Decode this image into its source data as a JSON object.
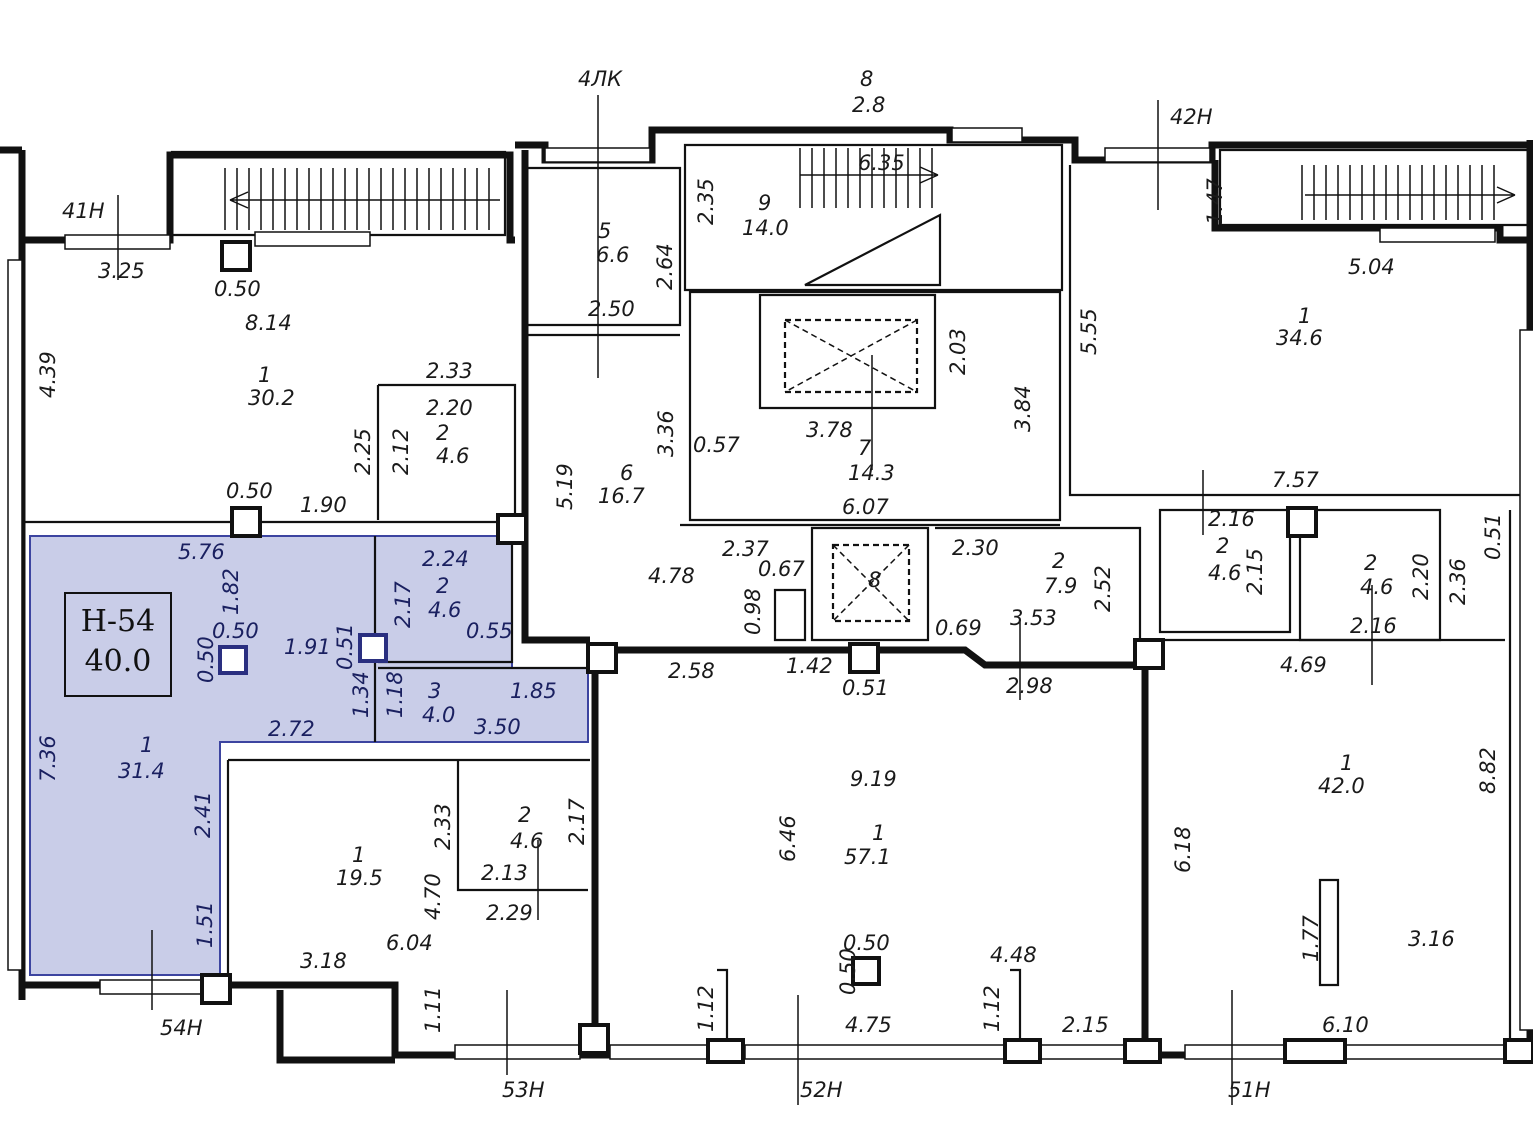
{
  "unit": {
    "code": "Н-54",
    "area": "40.0"
  },
  "labels": [
    {
      "t": "4ЛК"
    },
    {
      "t": "8"
    },
    {
      "t": "2.8"
    },
    {
      "t": "42Н"
    },
    {
      "t": "41Н"
    },
    {
      "t": "3.25"
    },
    {
      "t": "0.50"
    },
    {
      "t": "8.14"
    },
    {
      "t": "4.39"
    },
    {
      "t": "1"
    },
    {
      "t": "30.2"
    },
    {
      "t": "2.33"
    },
    {
      "t": "2.20"
    },
    {
      "t": "2"
    },
    {
      "t": "4.6"
    },
    {
      "t": "2.25"
    },
    {
      "t": "2.12"
    },
    {
      "t": "0.50"
    },
    {
      "t": "1.90"
    },
    {
      "t": "5"
    },
    {
      "t": "6.6"
    },
    {
      "t": "2.64"
    },
    {
      "t": "2.35"
    },
    {
      "t": "2.50"
    },
    {
      "t": "9"
    },
    {
      "t": "14.0"
    },
    {
      "t": "6.35"
    },
    {
      "t": "1.47"
    },
    {
      "t": "5.04"
    },
    {
      "t": "5.55"
    },
    {
      "t": "1"
    },
    {
      "t": "34.6"
    },
    {
      "t": "2.03"
    },
    {
      "t": "3.84"
    },
    {
      "t": "3.36"
    },
    {
      "t": "0.57"
    },
    {
      "t": "3.78"
    },
    {
      "t": "7"
    },
    {
      "t": "14.3"
    },
    {
      "t": "5.19"
    },
    {
      "t": "6"
    },
    {
      "t": "16.7"
    },
    {
      "t": "6.07"
    },
    {
      "t": "7.57"
    },
    {
      "t": "2.16"
    },
    {
      "t": "2"
    },
    {
      "t": "4.6"
    },
    {
      "t": "2.15"
    },
    {
      "t": "2"
    },
    {
      "t": "4.6"
    },
    {
      "t": "2.20"
    },
    {
      "t": "2.36"
    },
    {
      "t": "0.51"
    },
    {
      "t": "2.16"
    },
    {
      "t": "4.69"
    },
    {
      "t": "2.30"
    },
    {
      "t": "2"
    },
    {
      "t": "7.9"
    },
    {
      "t": "2.52"
    },
    {
      "t": "3.53"
    },
    {
      "t": "0.69"
    },
    {
      "t": "2.98"
    },
    {
      "t": "8"
    },
    {
      "t": "2.37"
    },
    {
      "t": "0.67"
    },
    {
      "t": "0.98"
    },
    {
      "t": "4.78"
    },
    {
      "t": "2.58"
    },
    {
      "t": "1.42"
    },
    {
      "t": "0.51"
    },
    {
      "t": "5.76"
    },
    {
      "t": "1.82"
    },
    {
      "t": "0.50"
    },
    {
      "t": "0.50"
    },
    {
      "t": "1.91"
    },
    {
      "t": "0.51"
    },
    {
      "t": "2.24"
    },
    {
      "t": "2"
    },
    {
      "t": "4.6"
    },
    {
      "t": "2.17"
    },
    {
      "t": "0.55"
    },
    {
      "t": "1.34"
    },
    {
      "t": "1.18"
    },
    {
      "t": "3"
    },
    {
      "t": "4.0"
    },
    {
      "t": "1.85"
    },
    {
      "t": "3.50"
    },
    {
      "t": "2.72"
    },
    {
      "t": "7.36"
    },
    {
      "t": "1"
    },
    {
      "t": "31.4"
    },
    {
      "t": "2.41"
    },
    {
      "t": "1.51"
    },
    {
      "t": "1"
    },
    {
      "t": "19.5"
    },
    {
      "t": "2.33"
    },
    {
      "t": "2"
    },
    {
      "t": "4.6"
    },
    {
      "t": "2.17"
    },
    {
      "t": "2.13"
    },
    {
      "t": "4.70"
    },
    {
      "t": "2.29"
    },
    {
      "t": "6.04"
    },
    {
      "t": "3.18"
    },
    {
      "t": "1.11"
    },
    {
      "t": "9.19"
    },
    {
      "t": "6.46"
    },
    {
      "t": "1"
    },
    {
      "t": "57.1"
    },
    {
      "t": "6.18"
    },
    {
      "t": "1"
    },
    {
      "t": "42.0"
    },
    {
      "t": "8.82"
    },
    {
      "t": "1.77"
    },
    {
      "t": "3.16"
    },
    {
      "t": "0.50"
    },
    {
      "t": "0.50"
    },
    {
      "t": "4.48"
    },
    {
      "t": "1.12"
    },
    {
      "t": "4.75"
    },
    {
      "t": "1.12"
    },
    {
      "t": "2.15"
    },
    {
      "t": "6.10"
    },
    {
      "t": "54Н"
    },
    {
      "t": "53Н"
    },
    {
      "t": "52Н"
    },
    {
      "t": "51Н"
    }
  ]
}
